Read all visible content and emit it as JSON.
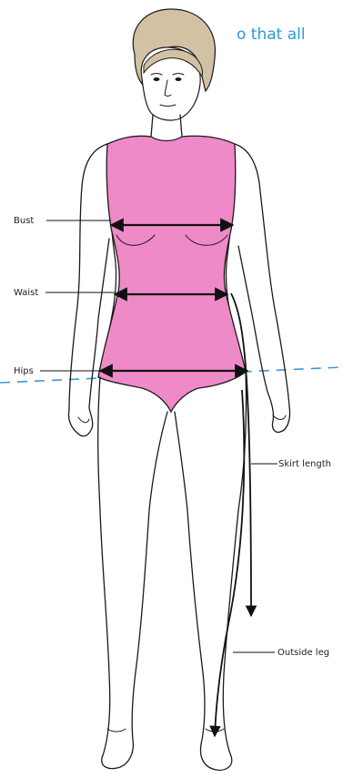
{
  "header": {
    "text": "o that all"
  },
  "labels": {
    "bust": "Bust",
    "waist": "Waist",
    "hips": "Hips",
    "skirt_length": "Skirt length",
    "outside_leg": "Outside leg"
  },
  "colors": {
    "header_text": "#2a9bd8",
    "garment": "#ef8ac8",
    "hair": "#d3c1a4",
    "dashed_line": "#3a9ad9",
    "outline": "#1a1a1a"
  }
}
